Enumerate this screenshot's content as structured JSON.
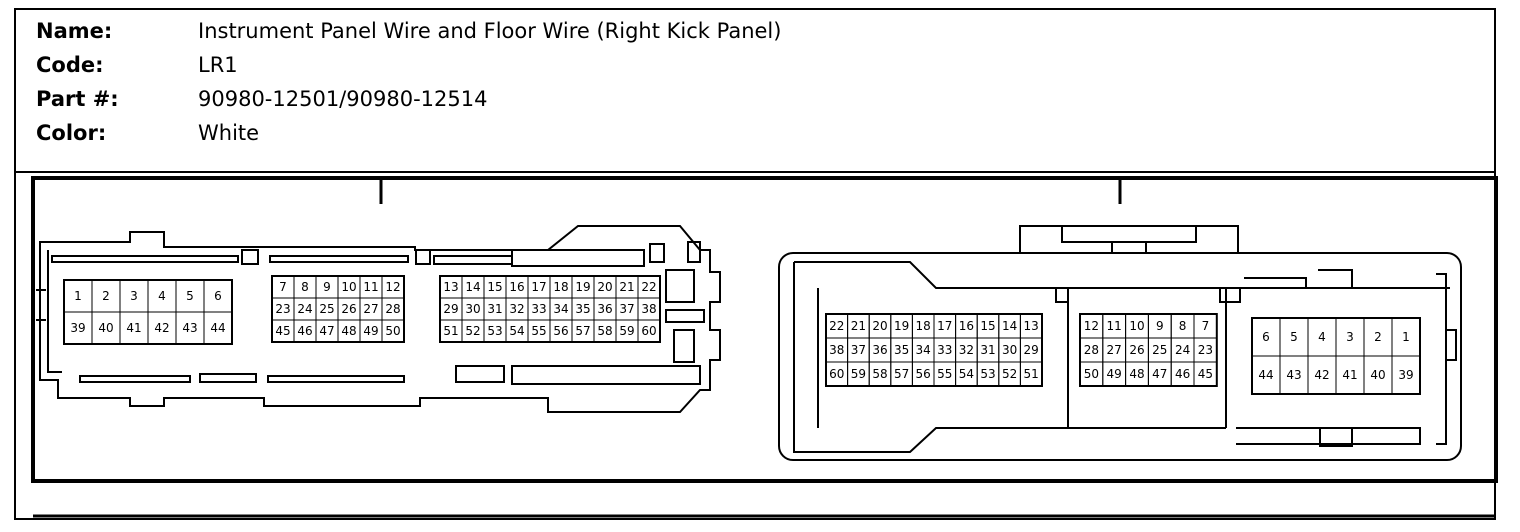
{
  "header": {
    "name_label": "Name:",
    "name_value": "Instrument Panel Wire and Floor Wire (Right Kick Panel)",
    "code_label": "Code:",
    "code_value": "LR1",
    "part_label": "Part #:",
    "part_value": "90980-12501/90980-12514",
    "color_label": "Color:",
    "color_value": "White"
  },
  "left_connector": {
    "block_a": {
      "row1": [
        "1",
        "2",
        "3",
        "4",
        "5",
        "6"
      ],
      "row2": [
        "39",
        "40",
        "41",
        "42",
        "43",
        "44"
      ]
    },
    "block_b": {
      "row1": [
        "7",
        "8",
        "9",
        "10",
        "11",
        "12"
      ],
      "row2": [
        "23",
        "24",
        "25",
        "26",
        "27",
        "28"
      ],
      "row3": [
        "45",
        "46",
        "47",
        "48",
        "49",
        "50"
      ]
    },
    "block_c": {
      "row1": [
        "13",
        "14",
        "15",
        "16",
        "17",
        "18",
        "19",
        "20",
        "21",
        "22"
      ],
      "row2": [
        "29",
        "30",
        "31",
        "32",
        "33",
        "34",
        "35",
        "36",
        "37",
        "38"
      ],
      "row3": [
        "51",
        "52",
        "53",
        "54",
        "55",
        "56",
        "57",
        "58",
        "59",
        "60"
      ]
    }
  },
  "right_connector": {
    "block_c": {
      "row1": [
        "22",
        "21",
        "20",
        "19",
        "18",
        "17",
        "16",
        "15",
        "14",
        "13"
      ],
      "row2": [
        "38",
        "37",
        "36",
        "35",
        "34",
        "33",
        "32",
        "31",
        "30",
        "29"
      ],
      "row3": [
        "60",
        "59",
        "58",
        "57",
        "56",
        "55",
        "54",
        "53",
        "52",
        "51"
      ]
    },
    "block_b": {
      "row1": [
        "12",
        "11",
        "10",
        "9",
        "8",
        "7"
      ],
      "row2": [
        "28",
        "27",
        "26",
        "25",
        "24",
        "23"
      ],
      "row3": [
        "50",
        "49",
        "48",
        "47",
        "46",
        "45"
      ]
    },
    "block_a": {
      "row1": [
        "6",
        "5",
        "4",
        "3",
        "2",
        "1"
      ],
      "row2": [
        "44",
        "43",
        "42",
        "41",
        "40",
        "39"
      ]
    }
  }
}
